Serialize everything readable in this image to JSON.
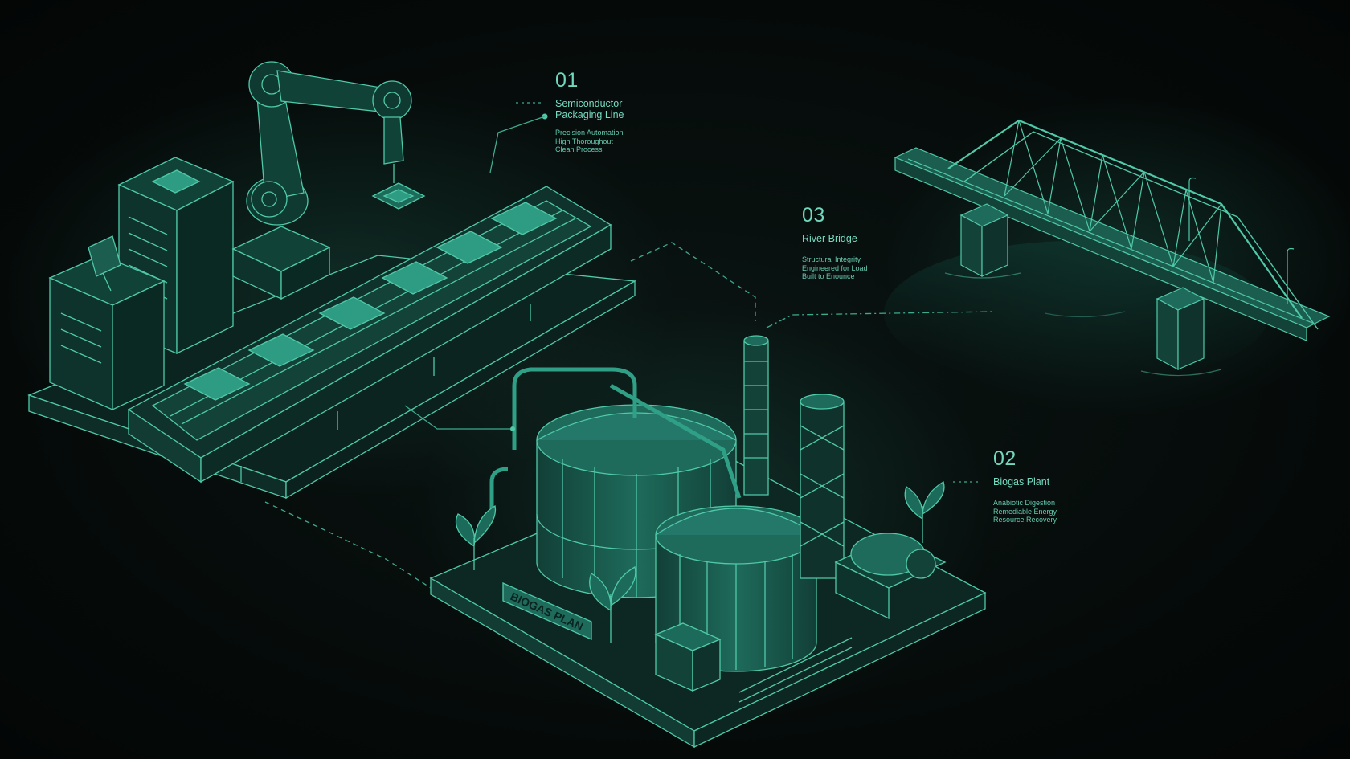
{
  "labels": {
    "semiconductor": {
      "number": "01",
      "title": "Semiconductor\nPackaging Line",
      "details": [
        "Precision Automation",
        "High Thoroughout",
        "Clean Process"
      ]
    },
    "bridge": {
      "number": "03",
      "title": "River Bridge",
      "details": [
        "Structural Integrity",
        "Engineered for Load",
        "Built to Enounce"
      ]
    },
    "biogas": {
      "number": "02",
      "title": "Biogas Plant",
      "details": [
        "Anabiotic Digestion",
        "Remediable Energy",
        "Resource Recovery"
      ]
    }
  },
  "signage": {
    "biogas_sign": "BIOGAS PLAN"
  },
  "colors": {
    "background": "#050a09",
    "line": "#4fc9a8",
    "fill": "#1b5e50",
    "accent": "#2f9f86"
  }
}
